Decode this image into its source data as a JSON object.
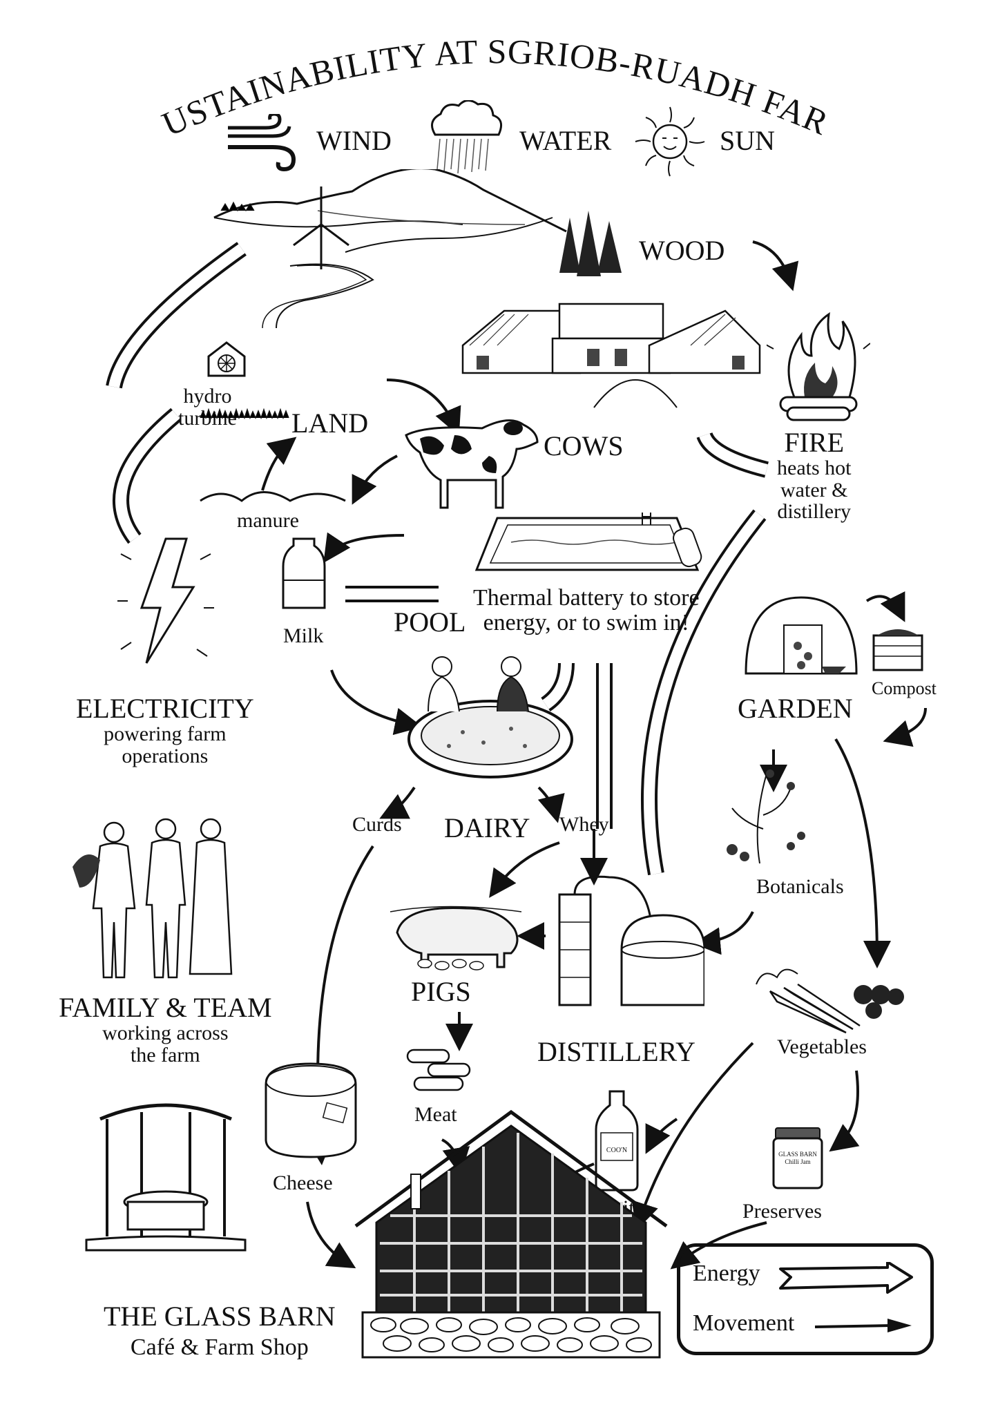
{
  "title": "SUSTAINABILITY AT SGRIOB-RUADH FARM",
  "sources": [
    {
      "label": "WIND",
      "icon": "wind-icon"
    },
    {
      "label": "WATER",
      "icon": "rain-cloud-icon"
    },
    {
      "label": "SUN",
      "icon": "sun-icon"
    }
  ],
  "nodes": {
    "wood": "WOOD",
    "hydro": [
      "hydro",
      "turbine"
    ],
    "land": "LAND",
    "cows": "COWS",
    "manure": "manure",
    "fire": {
      "title": "FIRE",
      "desc": [
        "heats hot",
        "water &",
        "distillery"
      ]
    },
    "milk": "Milk",
    "pool": {
      "title": "POOL",
      "desc": [
        "Thermal battery to store",
        "energy, or to swim in!"
      ]
    },
    "electricity": {
      "title": "ELECTRICITY",
      "desc": [
        "powering farm",
        "operations"
      ]
    },
    "garden": "GARDEN",
    "compost": "Compost",
    "curds": "Curds",
    "dairy": "DAIRY",
    "whey": "Whey",
    "botanicals": "Botanicals",
    "pigs": "PIGS",
    "distillery": "DISTILLERY",
    "vegetables": "Vegetables",
    "family": {
      "title": "FAMILY & TEAM",
      "desc": [
        "working across",
        "the farm"
      ]
    },
    "meat": "Meat",
    "cheese": "Cheese",
    "spirit": "Spirit",
    "spirit_bottle_label": "COO'N",
    "preserves": "Preserves",
    "preserves_jar_label": [
      "GLASS BARN",
      "Chilli Jam"
    ],
    "glass_barn": {
      "title": "THE GLASS BARN",
      "desc": "Café & Farm Shop"
    }
  },
  "legend": {
    "energy": "Energy",
    "movement": "Movement"
  }
}
